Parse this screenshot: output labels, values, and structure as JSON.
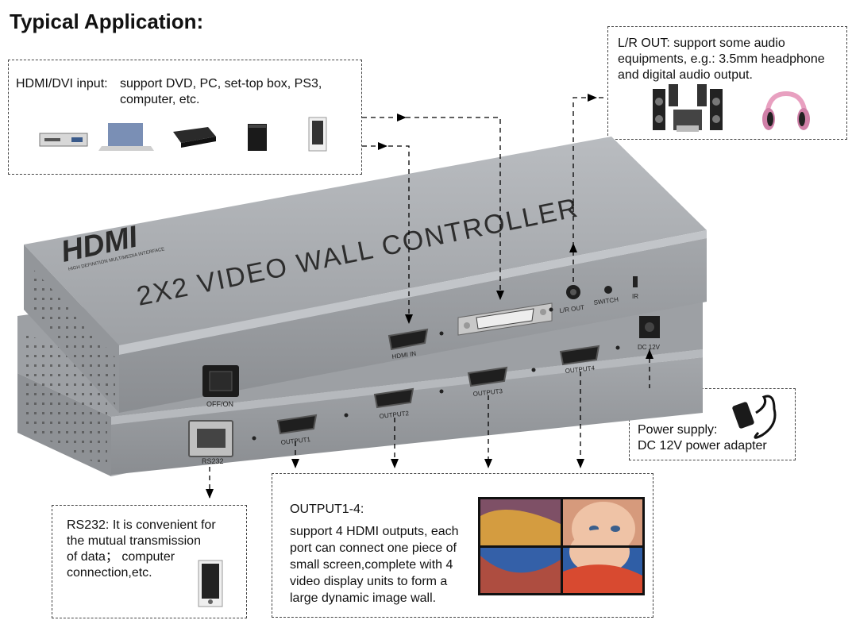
{
  "title": "Typical Application:",
  "input_box": {
    "label": "HDMI/DVI input:",
    "text_line1": "support DVD, PC, set-top box, PS3,",
    "text_line2": "computer, etc."
  },
  "audio_box": {
    "line1": "L/R OUT: support some audio",
    "line2": "equipments, e.g.: 3.5mm headphone",
    "line3": "and digital audio output."
  },
  "power_box": {
    "line1": "Power supply:",
    "line2": "DC 12V power adapter"
  },
  "rs232_box": {
    "line1": "RS232: It is convenient for",
    "line2": "the mutual transmission",
    "line3": "of data； computer",
    "line4": "connection,etc."
  },
  "output_box": {
    "heading": "OUTPUT1-4:",
    "line1": "support 4 HDMI outputs, each",
    "line2": "port can connect one piece of",
    "line3": "small screen,complete with 4",
    "line4": "video display units to form a",
    "line5": "large dynamic image wall."
  },
  "device": {
    "brand": "HDMI",
    "brand_sub": "HIGH DEFINITION MULTIMEDIA INTERFACE",
    "model": "2X2 VIDEO WALL CONTROLLER",
    "ports": {
      "hdmi_in": "HDMI IN",
      "lr_out": "L/R OUT",
      "switch": "SWITCH",
      "ir": "IR",
      "dc": "DC 12V",
      "off_on": "OFF/ON",
      "rs232": "RS232",
      "output1": "OUTPUT1",
      "output2": "OUTPUT2",
      "output3": "OUTPUT3",
      "output4": "OUTPUT4"
    },
    "body_color": "#a9acb0",
    "body_dark": "#8d9094"
  }
}
